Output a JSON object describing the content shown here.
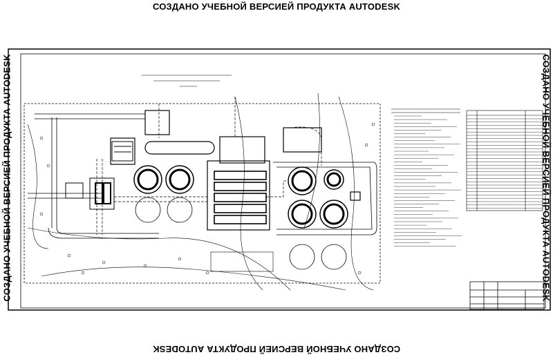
{
  "watermarks": {
    "top": "СОЗДАНО УЧЕБНОЙ ВЕРСИЕЙ ПРОДУКТА AUTODESK",
    "bottom": "СОЗДАНО УЧЕБНОЙ ВЕРСИЕЙ ПРОДУКТА AUTODESK",
    "left": "СОЗДАНО УЧЕБНОЙ ВЕРСИЕЙ ПРОДУКТА AUTODESK",
    "right": "СОЗДАНО УЧЕБНОЙ ВЕРСИЕЙ ПРОДУКТА AUTODESK"
  },
  "colors": {
    "line": "#000000",
    "paper": "#ffffff"
  }
}
